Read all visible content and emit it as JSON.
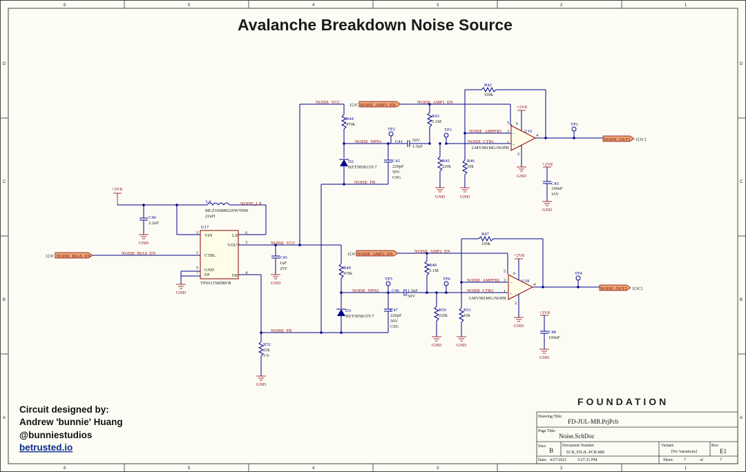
{
  "title": "Avalanche Breakdown Noise Source",
  "zones": {
    "columns": [
      "6",
      "5",
      "4",
      "3",
      "2",
      "1"
    ],
    "rows": [
      "D",
      "C",
      "B",
      "A"
    ]
  },
  "credits": {
    "line1": "Circuit designed by:",
    "line2": "Andrew 'bunnie' Huang",
    "line3": "@bunniestudios",
    "link": "betrusted.io"
  },
  "brand": "FOUNDATION",
  "title_block": {
    "drawing_title_label": "Drawing Title:",
    "drawing_title": "FD-JUL-MB.PrjPcb",
    "page_title_label": "Page Title:",
    "page_title": "Noise.SchDoc",
    "size_label": "Size:",
    "size": "B",
    "doc_number_label": "Document Number",
    "doc_number": "SCH_FD-JL-PCB-MB",
    "variant_label": "Variant:",
    "variant": "[No Variations]",
    "rev_label": "Rev:",
    "rev": "E1",
    "date_label": "Date:",
    "date": "4/27/2021",
    "time": "3:27:31 PM",
    "sheet_label": "Sheet:",
    "sheet": "7",
    "of_label": "of",
    "sheets": "7"
  },
  "nets": {
    "noise_vcc_top": "NOISE_VCC",
    "noise_vcc_mid": "NOISE_VCC",
    "noise_lx": "NOISE_LX",
    "noise_bias_en": "NOISE_BIAS_EN",
    "noise_fb_mid": "NOISE_FB",
    "noise_fb_top": "NOISE_FB",
    "noise_npn1": "NOISE_NPN1",
    "noise_npn2": "NOISE_NPN2",
    "noise_amp1_en": "NOISE_AMP1_EN",
    "noise_amp2_en": "NOISE_AMP2_EN",
    "noise_ampfb1": "NOISE_AMPFB1",
    "noise_ampfb2": "NOISE_AMPFB2",
    "noise_ctr1": "NOISE_CTR1",
    "noise_ctr2": "NOISE_CTR2",
    "noise_out1": "NOISE_OUT1",
    "noise_out2": "NOISE_OUT2"
  },
  "ports": {
    "in_bias": "1[3C]",
    "in_amp1": "1[3C]",
    "in_amp2": "1[3C]",
    "out1": "1[3C]",
    "out2": "1[3C]"
  },
  "power": {
    "v2v8": "+2V8",
    "gnd": "GND"
  },
  "components": {
    "L4": {
      "ref": "L4",
      "part": "MLZ1608M220WT000",
      "value": "22uH"
    },
    "U17": {
      "ref": "U17",
      "part": "TPS61158DRVR",
      "pins": {
        "vin": "VIN",
        "ctrl": "CTRL",
        "gnd": "GND",
        "ep": "EP",
        "lx": "LX",
        "vout": "VOUT",
        "fb": "FB",
        "p2": "2",
        "p1": "1",
        "p5": "5",
        "p7": "7",
        "p6": "6",
        "p3": "3",
        "p4": "4"
      }
    },
    "C40": {
      "ref": "C40",
      "value": "2.2uF"
    },
    "C45": {
      "ref": "C45",
      "value": "1uF",
      "voltage": "25V"
    },
    "R52": {
      "ref": "R52",
      "value": "22k",
      "tol": "1%"
    },
    "R44": {
      "ref": "R44",
      "value": "470k"
    },
    "R49": {
      "ref": "R49",
      "value": "470k"
    },
    "D2": {
      "ref": "D2",
      "part": "BZT585B15T-7"
    },
    "D3": {
      "ref": "D3",
      "part": "BZT585B15T-7"
    },
    "C42": {
      "ref": "C42",
      "value": "220pF",
      "voltage": "50V",
      "dielectric": "C0G"
    },
    "C47": {
      "ref": "C47",
      "value": "220pF",
      "voltage": "50V",
      "dielectric": "C0G"
    },
    "C41": {
      "ref": "C41",
      "value": "1.5nF",
      "voltage": "50V"
    },
    "C46": {
      "ref": "C46",
      "value": "1.5nF",
      "voltage": "50V"
    },
    "R43": {
      "ref": "R43",
      "value": "5.1M"
    },
    "R48": {
      "ref": "R48",
      "value": "5.1M"
    },
    "R45": {
      "ref": "R45",
      "value": "220k"
    },
    "R50": {
      "ref": "R50",
      "value": "220k"
    },
    "R46": {
      "ref": "R46",
      "value": "10k"
    },
    "R51": {
      "ref": "R51",
      "value": "10k"
    },
    "R42": {
      "ref": "R42",
      "value": "100k"
    },
    "R47": {
      "ref": "R47",
      "value": "100k"
    },
    "U16": {
      "ref": "U16",
      "part": "LMV981MG/NOPB"
    },
    "U18": {
      "ref": "U18",
      "part": "LMV981MG/NOPB"
    },
    "C43": {
      "ref": "C43",
      "value": "100nF",
      "voltage": "16V"
    },
    "C48": {
      "ref": "C48",
      "value": "100nF"
    },
    "TP1": {
      "ref": "TP1"
    },
    "TP2": {
      "ref": "TP2"
    },
    "TP3": {
      "ref": "TP3"
    },
    "TP4": {
      "ref": "TP4"
    },
    "TP5": {
      "ref": "TP5"
    },
    "TP6": {
      "ref": "TP6"
    }
  },
  "opamp_pins": {
    "p1": "1",
    "p2": "2",
    "p3": "3",
    "p4": "4",
    "p5": "5",
    "p6": "6"
  }
}
